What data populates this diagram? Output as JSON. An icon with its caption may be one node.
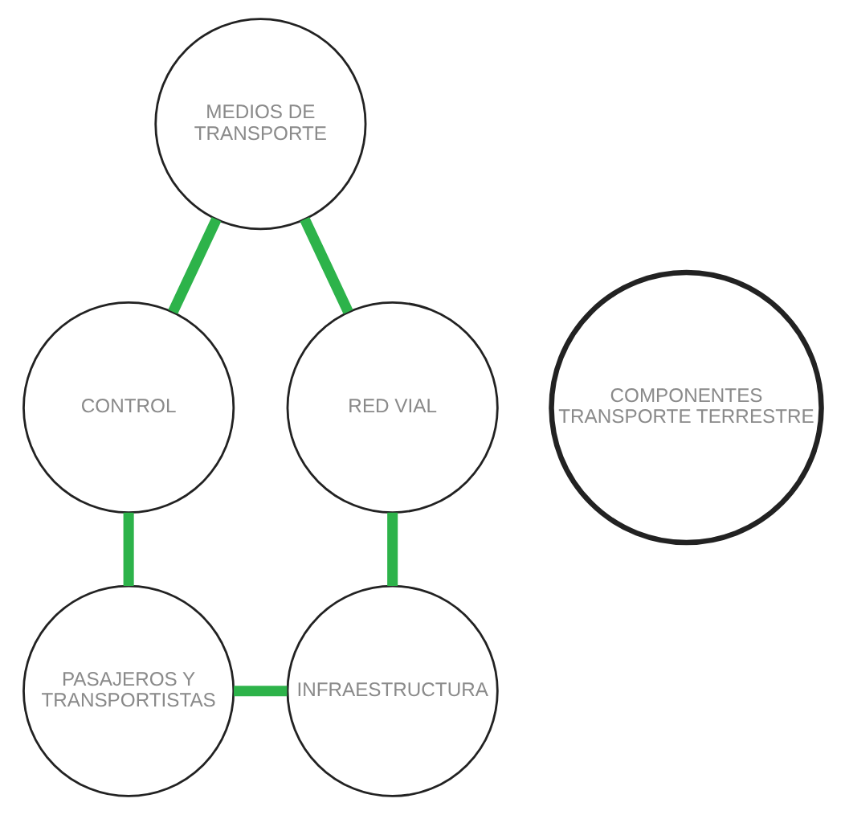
{
  "diagram": {
    "nodes": [
      {
        "text": [
          "MEDIOS DE TRANSPORTE"
        ]
      },
      {
        "text": [
          "CONTROL"
        ]
      },
      {
        "text": [
          "RED VIAL"
        ]
      },
      {
        "text": [
          "COMPONENTES TRANSPORTE TERRESTRE"
        ]
      },
      {
        "text": [
          "PASAJEROS Y TRANSPORTISTAS"
        ]
      },
      {
        "text": [
          "INFRAESTRUCTURA"
        ]
      }
    ],
    "edges": [
      {
        "from": 0,
        "to": 2,
        "arrow": "none"
      },
      {
        "from": 2,
        "to": 5,
        "arrow": "none"
      },
      {
        "from": 5,
        "to": 4,
        "arrow": "none"
      },
      {
        "from": 4,
        "to": 1,
        "arrow": "none"
      },
      {
        "from": 1,
        "to": 0,
        "arrow": "none"
      }
    ]
  }
}
